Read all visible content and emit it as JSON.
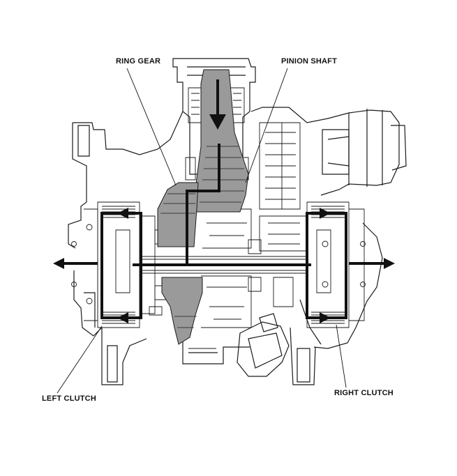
{
  "labels": {
    "ring_gear": "RING GEAR",
    "pinion_shaft": "PINION SHAFT",
    "left_clutch": "LEFT CLUTCH",
    "right_clutch": "RIGHT CLUTCH"
  },
  "colors": {
    "line": "#1a1a1a",
    "flow_arrow": "#111111",
    "shaded_part": "#9a9a9a",
    "background": "#ffffff"
  }
}
